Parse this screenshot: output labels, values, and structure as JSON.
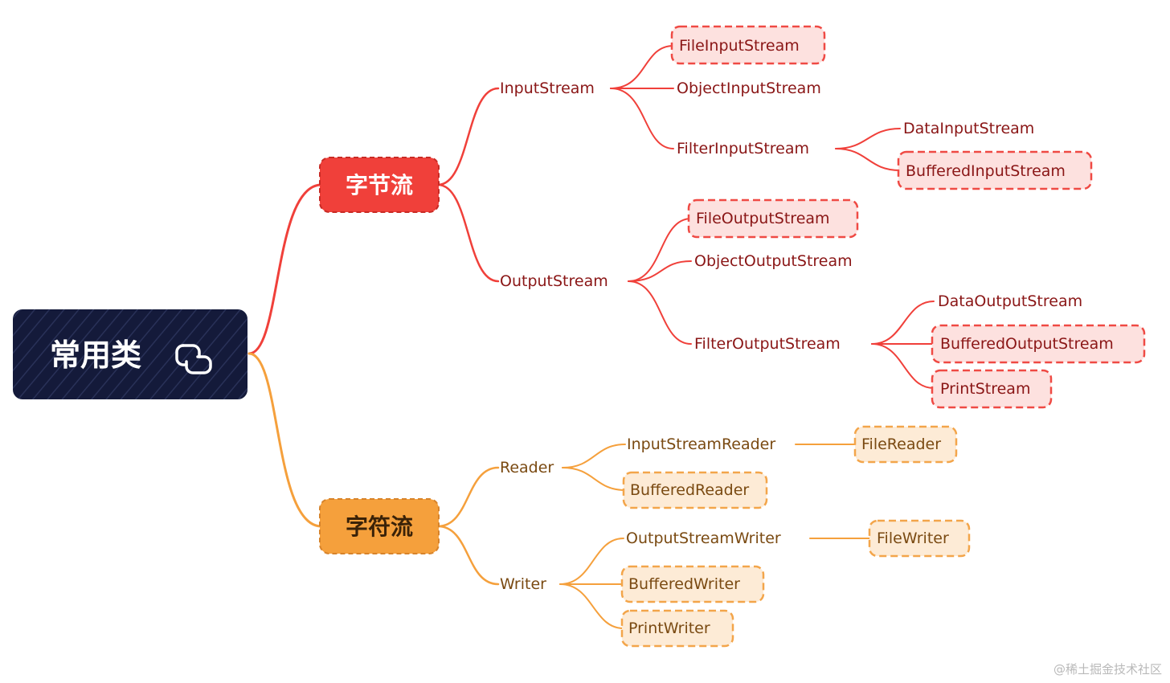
{
  "root": {
    "label": "常用类",
    "icon": "link-icon"
  },
  "byte_stream": {
    "label": "字节流",
    "color": "#f0403a",
    "input": {
      "label": "InputStream",
      "file": "FileInputStream",
      "object": "ObjectInputStream",
      "filter": "FilterInputStream",
      "data": "DataInputStream",
      "buffered": "BufferedInputStream"
    },
    "output": {
      "label": "OutputStream",
      "file": "FileOutputStream",
      "object": "ObjectOutputStream",
      "filter": "FilterOutputStream",
      "data": "DataOutputStream",
      "buffered": "BufferedOutputStream",
      "print": "PrintStream"
    }
  },
  "char_stream": {
    "label": "字符流",
    "color": "#f5a03c",
    "reader": {
      "label": "Reader",
      "isr": "InputStreamReader",
      "file": "FileReader",
      "buffered": "BufferedReader"
    },
    "writer": {
      "label": "Writer",
      "osw": "OutputStreamWriter",
      "file": "FileWriter",
      "buffered": "BufferedWriter",
      "print": "PrintWriter"
    }
  },
  "watermark": "@稀土掘金技术社区"
}
